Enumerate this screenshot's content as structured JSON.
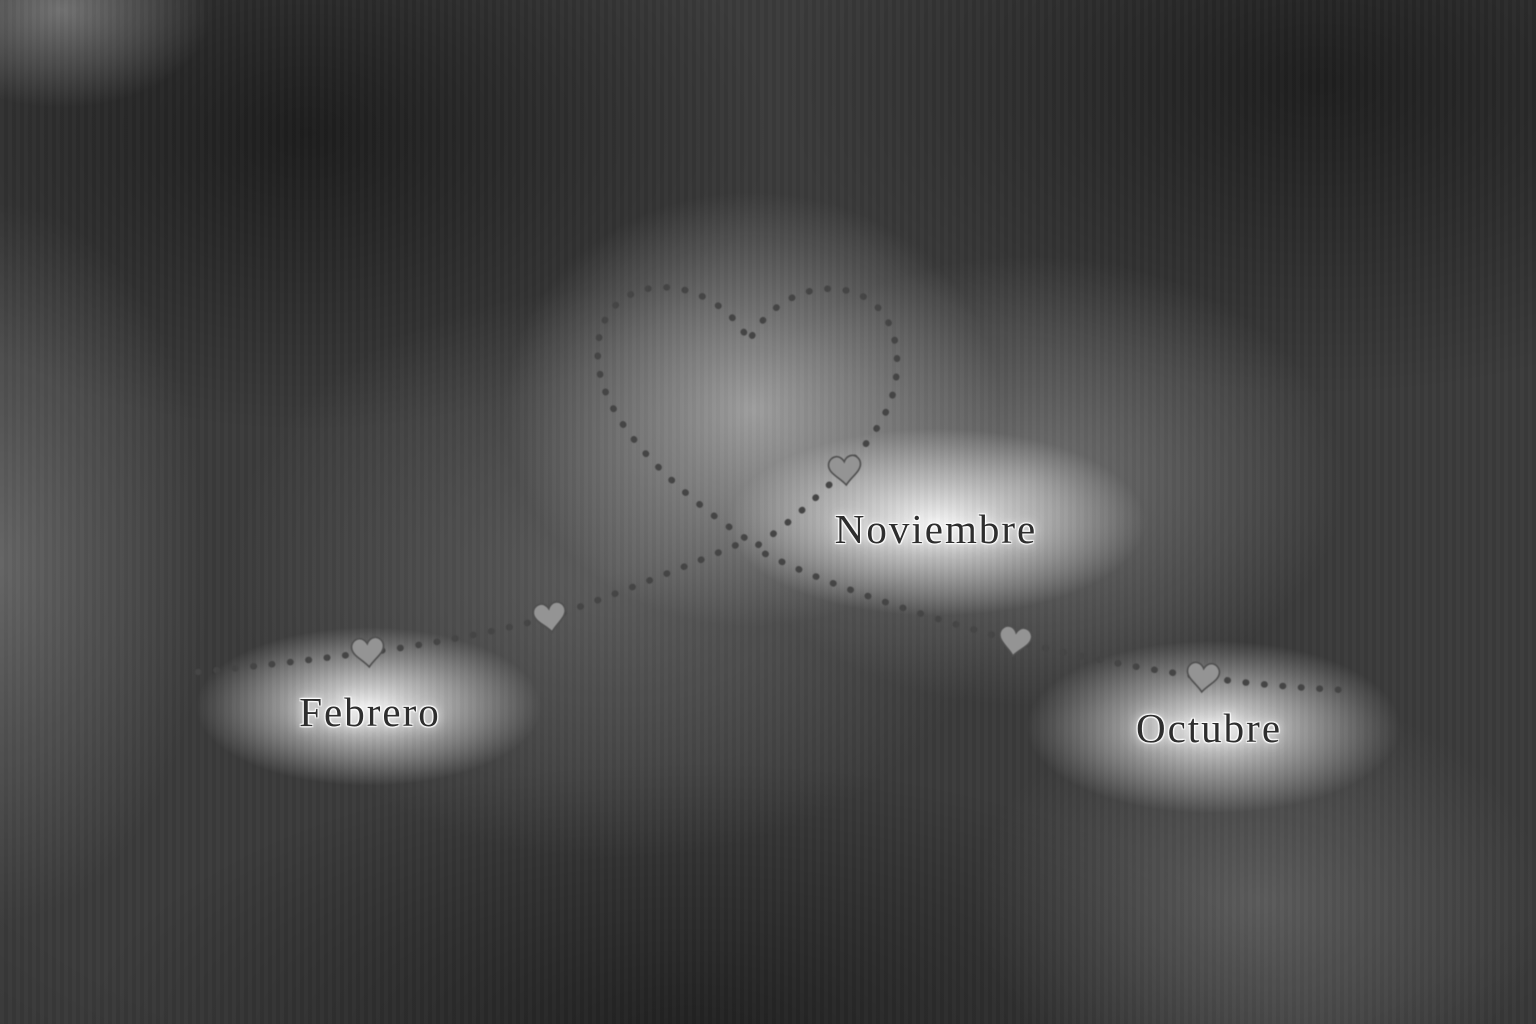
{
  "scene": {
    "description": "Dotted path looping into a heart shape, with small heart markers at labeled month waypoints",
    "months": [
      {
        "label": "Febrero"
      },
      {
        "label": "Noviembre"
      },
      {
        "label": "Octubre"
      }
    ],
    "markers": [
      {
        "icon": "heart-icon"
      },
      {
        "icon": "heart-icon"
      },
      {
        "icon": "heart-icon"
      },
      {
        "icon": "heart-icon"
      },
      {
        "icon": "heart-icon"
      }
    ],
    "colors": {
      "background_base": "#3a3a3a",
      "dot": "#454545",
      "heart_fill": "#949494",
      "heart_stroke": "#4f4f4f",
      "label_text": "#2e2e2e",
      "label_glow": "#ffffff"
    }
  }
}
